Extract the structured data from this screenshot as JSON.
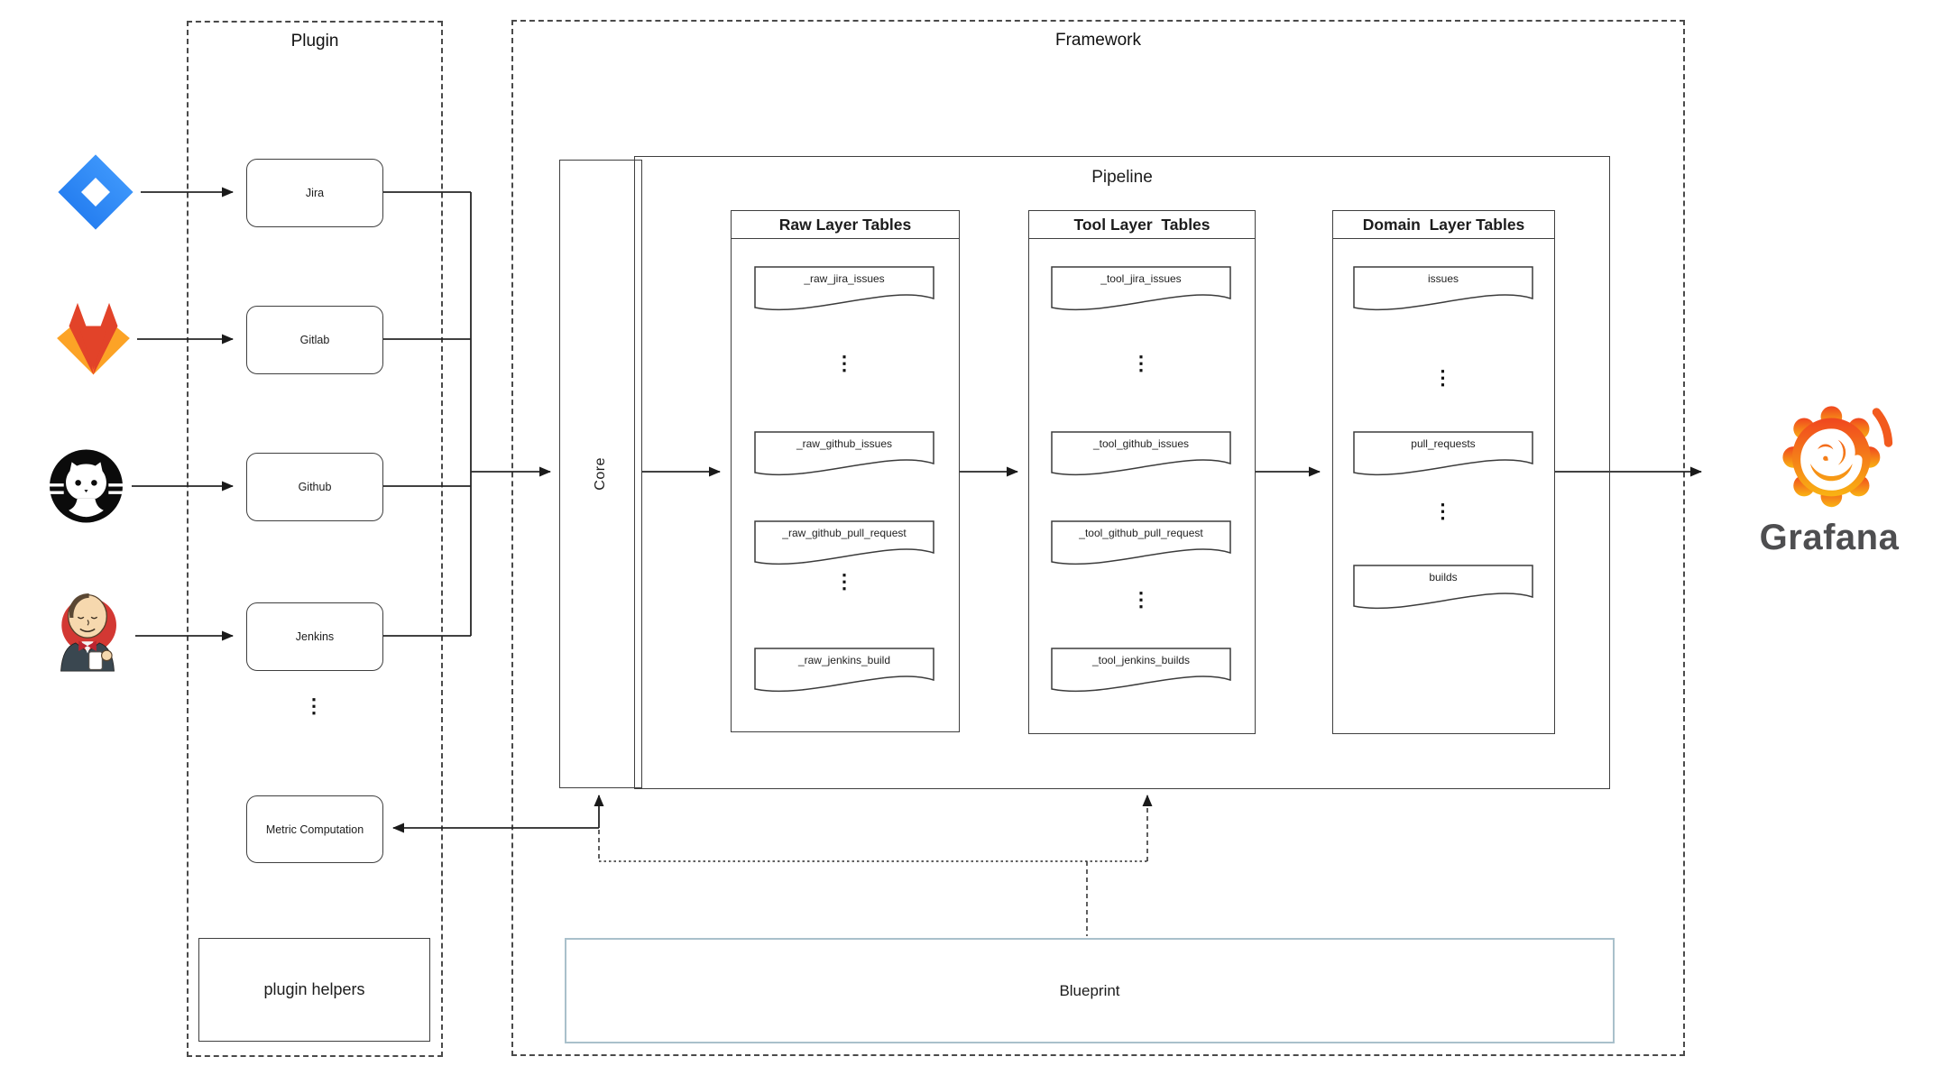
{
  "ellipsis": "⋮",
  "plugin_panel": {
    "title": "Plugin",
    "nodes": {
      "jira": "Jira",
      "gitlab": "Gitlab",
      "github": "Github",
      "jenkins": "Jenkins",
      "metric": "Metric Computation"
    },
    "helpers": "plugin helpers"
  },
  "framework_panel": {
    "title": "Framework",
    "core": "Core",
    "pipeline": {
      "title": "Pipeline",
      "raw": {
        "title": "Raw Layer Tables",
        "docs": [
          "_raw_jira_issues",
          "_raw_github_issues",
          "_raw_github_pull_request",
          "_raw_jenkins_build"
        ]
      },
      "tool": {
        "title": "Tool Layer  Tables",
        "docs": [
          "_tool_jira_issues",
          "_tool_github_issues",
          "_tool_github_pull_request",
          "_tool_jenkins_builds"
        ]
      },
      "domain": {
        "title": "Domain  Layer Tables",
        "docs": [
          "issues",
          "pull_requests",
          "builds"
        ]
      }
    },
    "blueprint": "Blueprint"
  },
  "grafana_label": "Grafana",
  "colors": {
    "jira_blue": "#2684FF",
    "gitlab_red": "#e24329",
    "gitlab_orange": "#fc6d26",
    "gitlab_amber": "#fca326",
    "github_black": "#0b0b0b",
    "jenkins_red": "#d33833",
    "grafana_orange": "#f05a28",
    "grafana_yellow": "#f9b313",
    "grafana_text_gray": "#4e4e50",
    "blueprint_border": "#a9c0cb",
    "line": "#1f1f1f"
  }
}
